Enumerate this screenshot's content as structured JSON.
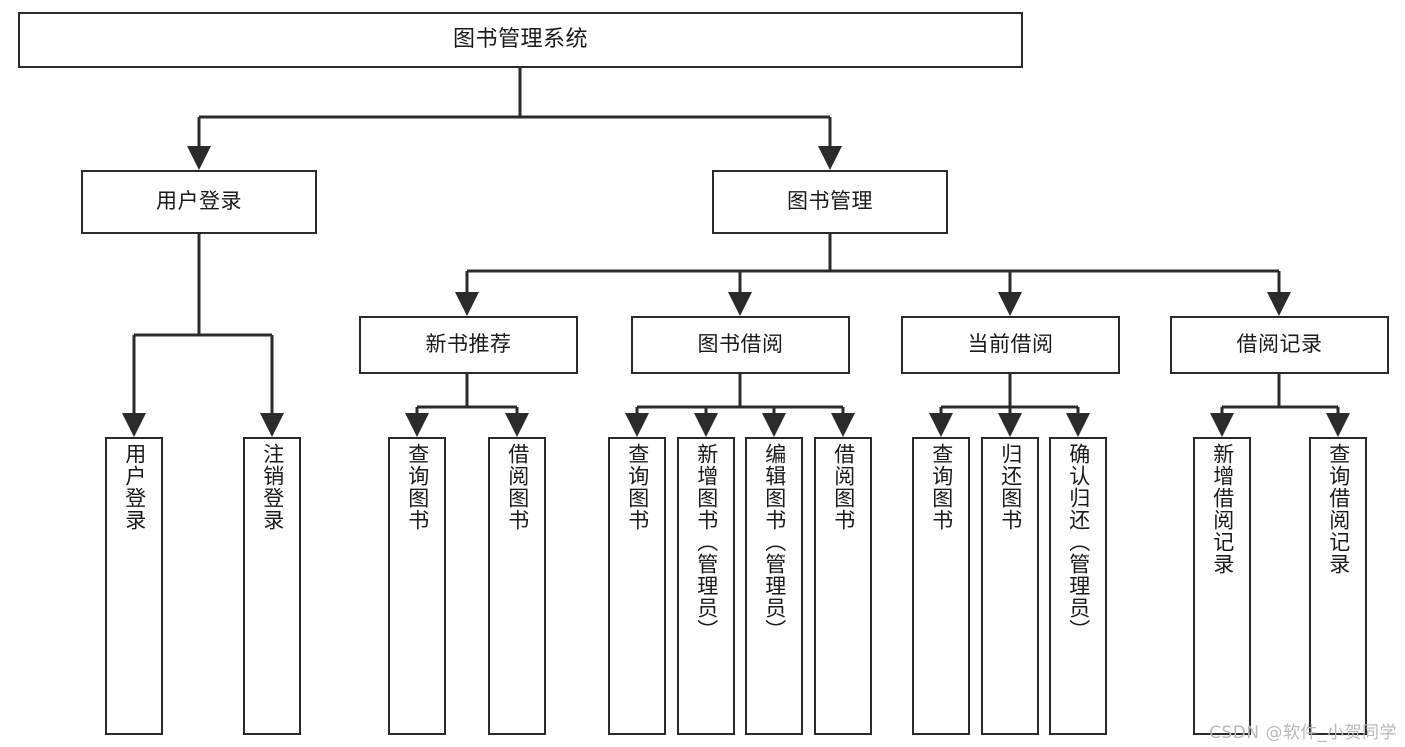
{
  "diagram": {
    "type": "tree",
    "title": "图书管理系统",
    "root": {
      "id": "root",
      "label": "图书管理系统",
      "orientation": "horizontal"
    },
    "level2": [
      {
        "id": "user-login",
        "label": "用户登录",
        "orientation": "horizontal"
      },
      {
        "id": "book-management",
        "label": "图书管理",
        "orientation": "horizontal"
      }
    ],
    "level3": [
      {
        "id": "new-book-recommend",
        "label": "新书推荐",
        "orientation": "horizontal",
        "parent": "book-management"
      },
      {
        "id": "book-borrow",
        "label": "图书借阅",
        "orientation": "horizontal",
        "parent": "book-management"
      },
      {
        "id": "current-borrow",
        "label": "当前借阅",
        "orientation": "horizontal",
        "parent": "book-management"
      },
      {
        "id": "borrow-record",
        "label": "借阅记录",
        "orientation": "horizontal",
        "parent": "book-management"
      }
    ],
    "leaves": [
      {
        "id": "leaf-user-login",
        "label": "用户登录",
        "parent": "user-login"
      },
      {
        "id": "leaf-logout-login",
        "label": "注销登录",
        "parent": "user-login"
      },
      {
        "id": "leaf-query-book-1",
        "label": "查询图书",
        "parent": "new-book-recommend"
      },
      {
        "id": "leaf-borrow-book-1",
        "label": "借阅图书",
        "parent": "new-book-recommend"
      },
      {
        "id": "leaf-query-book-2",
        "label": "查询图书",
        "parent": "book-borrow"
      },
      {
        "id": "leaf-add-book",
        "label": "新增图书（管理员）",
        "parent": "book-borrow"
      },
      {
        "id": "leaf-edit-book",
        "label": "编辑图书（管理员）",
        "parent": "book-borrow"
      },
      {
        "id": "leaf-borrow-book-2",
        "label": "借阅图书",
        "parent": "book-borrow"
      },
      {
        "id": "leaf-query-book-3",
        "label": "查询图书",
        "parent": "current-borrow"
      },
      {
        "id": "leaf-return-book",
        "label": "归还图书",
        "parent": "current-borrow"
      },
      {
        "id": "leaf-confirm-return",
        "label": "确认归还（管理员）",
        "parent": "current-borrow"
      },
      {
        "id": "leaf-add-borrow-record",
        "label": "新增借阅记录",
        "parent": "borrow-record"
      },
      {
        "id": "leaf-query-borrow-record",
        "label": "查询借阅记录",
        "parent": "borrow-record"
      }
    ],
    "colors": {
      "stroke": "#2b2b2b",
      "fill": "#ffffff",
      "text": "#1a1a1a",
      "watermark": "#b9b9b9"
    }
  },
  "watermark": {
    "text": "CSDN @软件_小贺同学"
  }
}
